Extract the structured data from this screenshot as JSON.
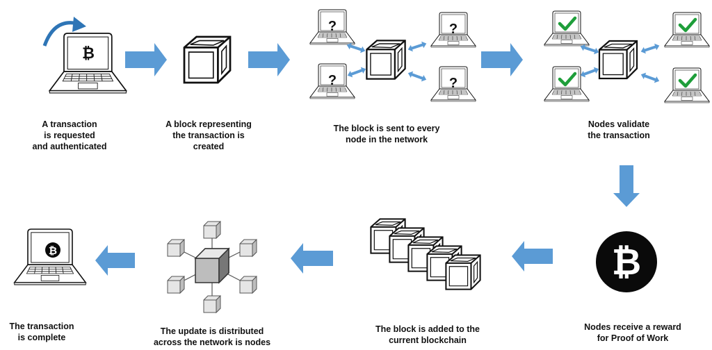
{
  "steps": [
    {
      "caption": "A transaction\nis requested\nand authenticated"
    },
    {
      "caption": "A block representing\nthe transaction is\ncreated"
    },
    {
      "caption": "The block is sent to every\nnode in the network"
    },
    {
      "caption": "Nodes validate\nthe transaction"
    },
    {
      "caption": "Nodes receive a reward\nfor Proof of Work"
    },
    {
      "caption": "The block is added to the\ncurrent blockchain"
    },
    {
      "caption": "The update is distributed\nacross the network is nodes"
    },
    {
      "caption": "The transaction\nis complete"
    }
  ],
  "symbols": {
    "question": "?",
    "check": "✔"
  },
  "colors": {
    "arrow": "#5b9bd5",
    "check": "#1e9e3a",
    "line": "#111111",
    "cube_gray": "#cccccc"
  }
}
